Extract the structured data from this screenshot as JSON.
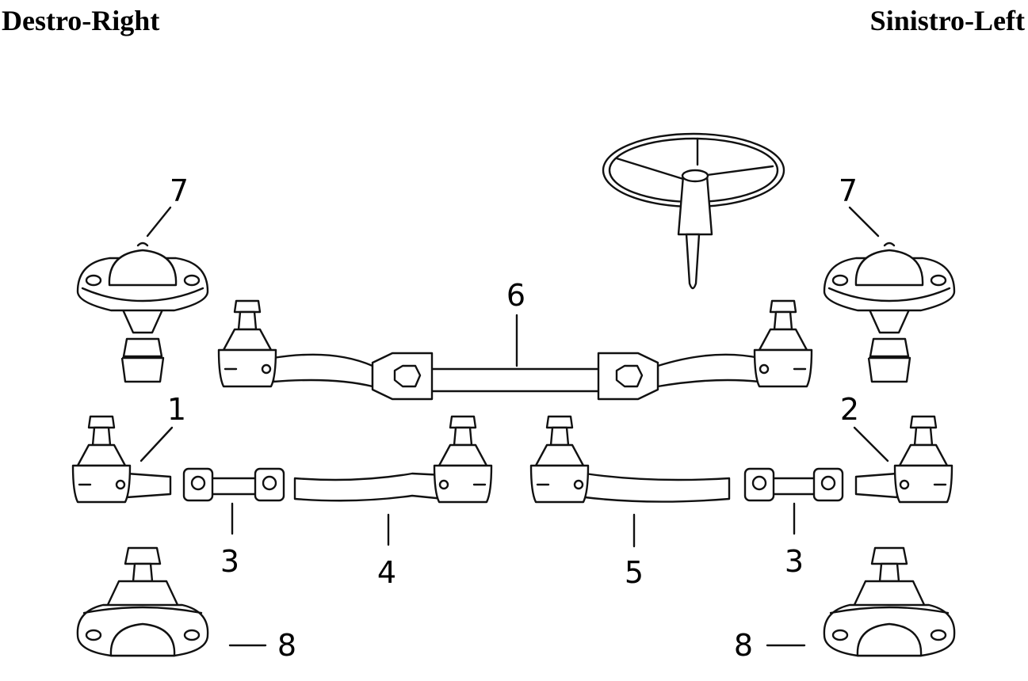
{
  "headings": {
    "right": "Destro-Right",
    "left": "Sinistro-Left"
  },
  "callouts": {
    "c7a": "7",
    "c7b": "7",
    "c6": "6",
    "c1": "1",
    "c2": "2",
    "c3a": "3",
    "c3b": "3",
    "c4": "4",
    "c5": "5",
    "c8a": "8",
    "c8b": "8"
  }
}
